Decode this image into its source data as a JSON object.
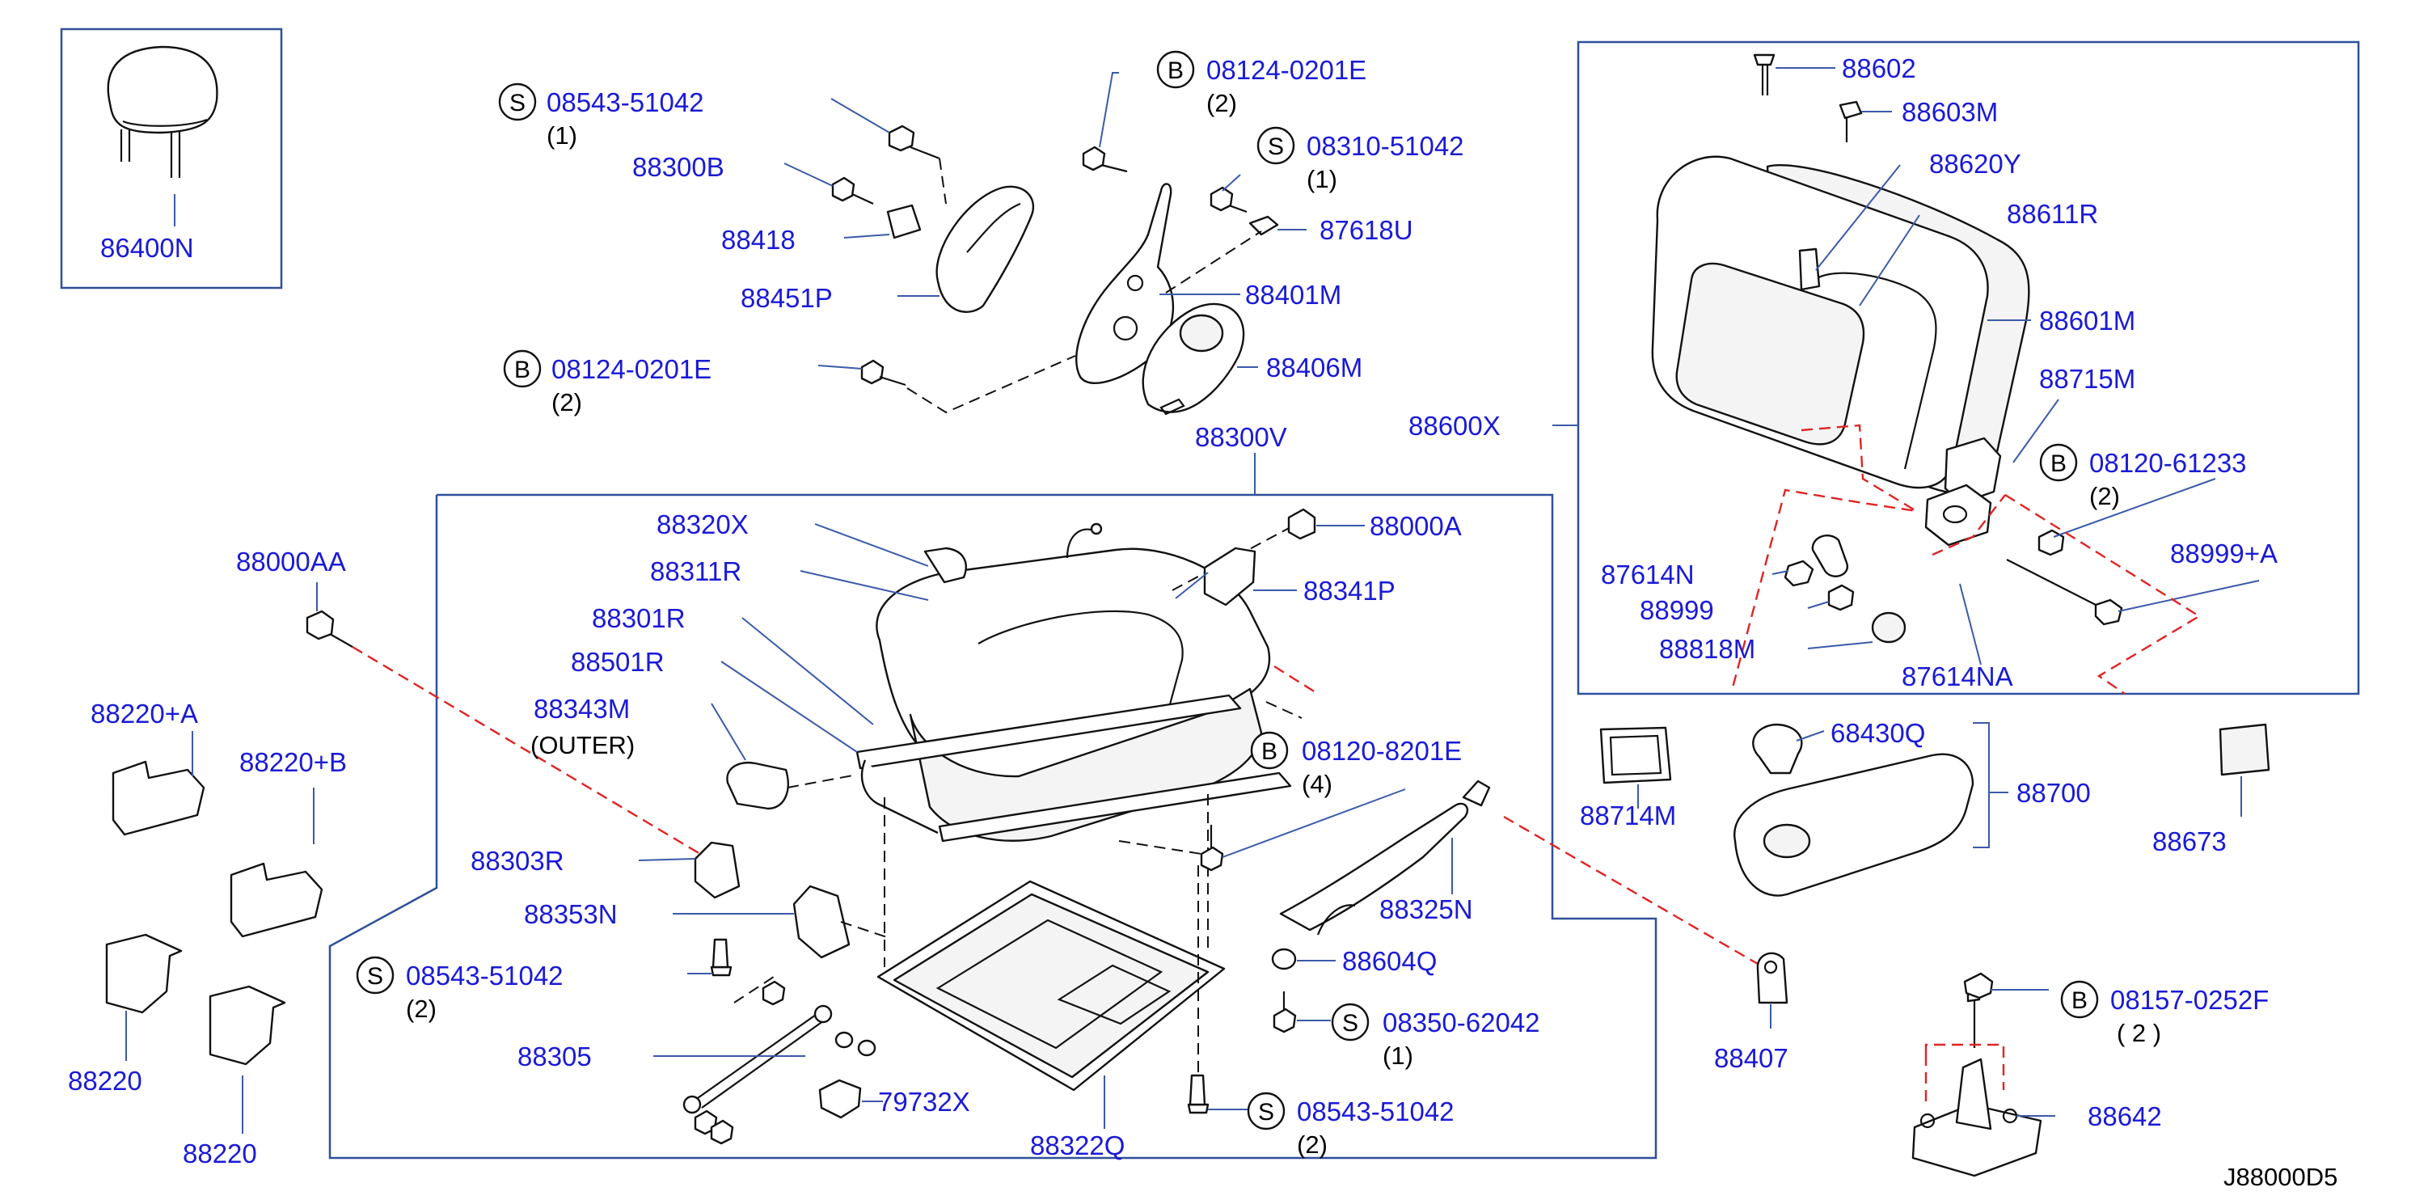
{
  "diagram_ref": "J88000D5",
  "colors": {
    "part_label": "#1a1ad6",
    "frame": "#2f4f9a",
    "guide_dashed": "#e02424"
  },
  "labels": {
    "p86400N": "86400N",
    "s1": {
      "circle": "S",
      "pn": "08543-51042",
      "qty": "(1)"
    },
    "p88300B": "88300B",
    "p88418": "88418",
    "p88451P": "88451P",
    "b1": {
      "circle": "B",
      "pn": "08124-0201E",
      "qty": "(2)"
    },
    "b2": {
      "circle": "B",
      "pn": "08124-0201E",
      "qty": "(2)"
    },
    "s2": {
      "circle": "S",
      "pn": "08310-51042",
      "qty": "(1)"
    },
    "p87618U": "87618U",
    "p88401M": "88401M",
    "p88406M": "88406M",
    "p88300V": "88300V",
    "p88602": "88602",
    "p88603M": "88603M",
    "p88620Y": "88620Y",
    "p88611R": "88611R",
    "p88601M": "88601M",
    "p88600X": "88600X",
    "p88715M": "88715M",
    "b3": {
      "circle": "B",
      "pn": "08120-61233",
      "qty": "(2)"
    },
    "p88999A": "88999+A",
    "p87614N": "87614N",
    "p88999": "88999",
    "p88818M": "88818M",
    "p87614NA": "87614NA",
    "p88000AA": "88000AA",
    "p88320X": "88320X",
    "p88311R": "88311R",
    "p88301R": "88301R",
    "p88501R": "88501R",
    "p88343M": "88343M",
    "outer": "(OUTER)",
    "p88000A": "88000A",
    "p88341P": "88341P",
    "b4": {
      "circle": "B",
      "pn": "08120-8201E",
      "qty": "(4)"
    },
    "p88220A": "88220+A",
    "p88220B": "88220+B",
    "p88303R": "88303R",
    "p88353N": "88353N",
    "s3": {
      "circle": "S",
      "pn": "08543-51042",
      "qty": "(2)"
    },
    "p88305": "88305",
    "p79732X": "79732X",
    "p88322Q": "88322Q",
    "p88325N": "88325N",
    "p88604Q": "88604Q",
    "s4": {
      "circle": "S",
      "pn": "08350-62042",
      "qty": "(1)"
    },
    "s5": {
      "circle": "S",
      "pn": "08543-51042",
      "qty": "(2)"
    },
    "p88220a": "88220",
    "p88220b": "88220",
    "p68430Q": "68430Q",
    "p88700": "88700",
    "p88714M": "88714M",
    "p88673": "88673",
    "p88407": "88407",
    "b5": {
      "circle": "B",
      "pn": "08157-0252F",
      "qty": "( 2 )"
    },
    "p88642": "88642"
  }
}
